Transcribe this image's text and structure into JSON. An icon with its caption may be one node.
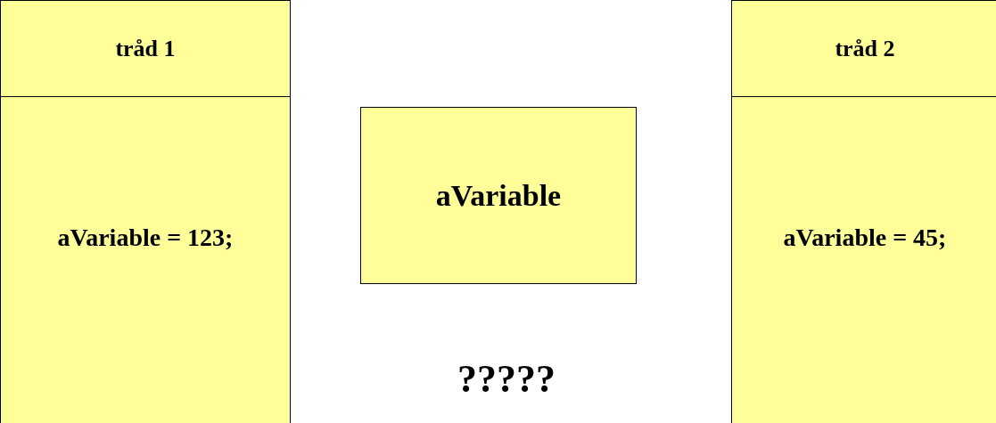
{
  "diagram": {
    "nodes": [
      {
        "text": [
          "tråd 1",
          "aVariable = 123;"
        ]
      },
      {
        "text": [
          "aVariable"
        ]
      },
      {
        "text": [
          "tråd 2",
          "aVariable = 45;"
        ]
      }
    ],
    "labels": [
      "?????"
    ]
  }
}
